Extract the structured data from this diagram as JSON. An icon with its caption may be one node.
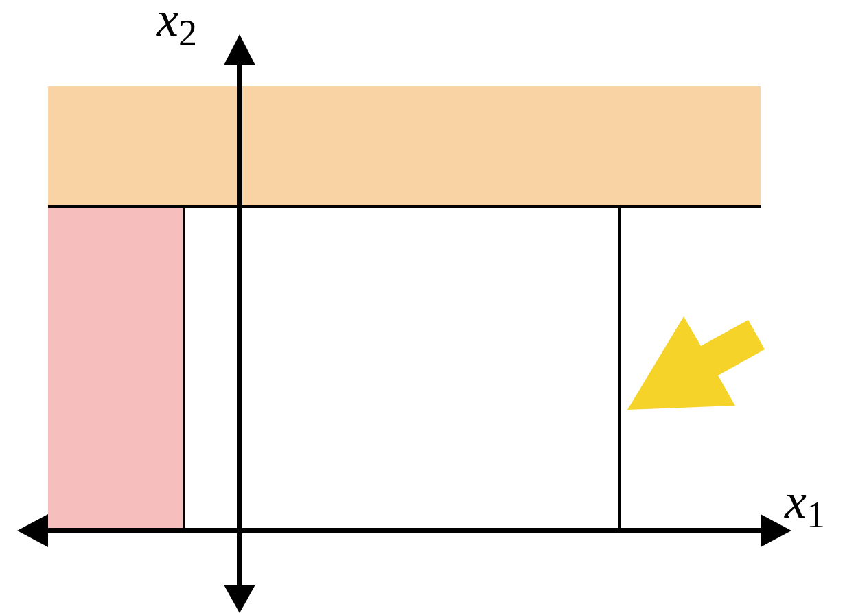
{
  "diagram": {
    "nodes": [
      {
        "text": [],
        "shape": "box"
      },
      {
        "text": [],
        "shape": "box"
      }
    ],
    "labels": [
      "*x*$_{2}$",
      "*x*$_{1}$"
    ]
  }
}
